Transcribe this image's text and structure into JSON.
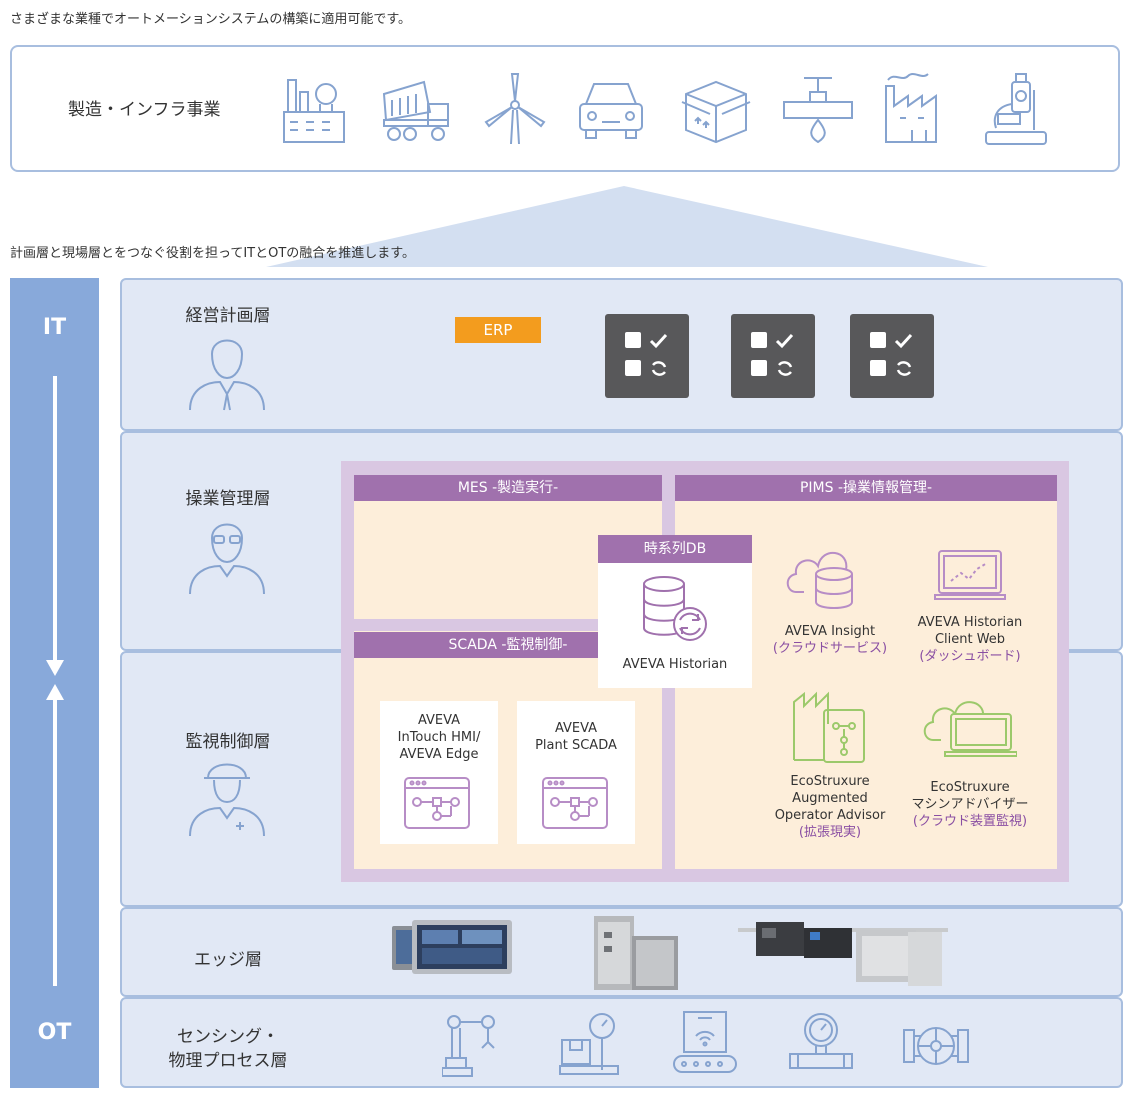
{
  "top_caption": "さまざまな業種でオートメーションシステムの構築に適用可能です。",
  "industry": {
    "label": "製造・インフラ事業",
    "icons": [
      "chemical-plant-icon",
      "dump-truck-icon",
      "wind-turbine-icon",
      "car-icon",
      "package-box-icon",
      "valve-pipe-icon",
      "factory-icon",
      "microscope-icon"
    ]
  },
  "middle_caption": "計画層と現場層とをつなぐ役割を担ってITとOTの融合を推進します。",
  "axis": {
    "top": "IT",
    "bottom": "OT"
  },
  "layers": {
    "management": "経営計画層",
    "operations": "操業管理層",
    "supervisory": "監視制御層",
    "edge": "エッジ層",
    "sensing_line1": "センシング・",
    "sensing_line2": "物理プロセス層"
  },
  "erp_label": "ERP",
  "mes_header": "MES -製造実行-",
  "pims_header": "PIMS -操業情報管理-",
  "scada_header": "SCADA -監視制御-",
  "timeseries": {
    "header": "時系列DB",
    "name": "AVEVA Historian"
  },
  "scada_products": [
    {
      "line1": "AVEVA",
      "line2": "InTouch HMI/",
      "line3": "AVEVA Edge"
    },
    {
      "line1": "AVEVA",
      "line2": "Plant SCADA"
    }
  ],
  "pims_products": {
    "insight": {
      "name": "AVEVA Insight",
      "sub": "(クラウドサービス)"
    },
    "client_web": {
      "line1": "AVEVA Historian",
      "line2": "Client Web",
      "sub": "(ダッシュボード)"
    },
    "augmented": {
      "line1": "EcoStruxure",
      "line2": "Augmented",
      "line3": "Operator Advisor",
      "sub": "(拡張現実)"
    },
    "machine_advisor": {
      "line1": "EcoStruxure",
      "line2": "マシンアドバイザー",
      "sub": "(クラウド装置監視)"
    }
  },
  "colors": {
    "blue_line": "#86a3cf",
    "purple": "#a071ad",
    "orange": "#f39c1e",
    "green": "#9cc96b",
    "layer_bg": "#e1e8f5"
  }
}
